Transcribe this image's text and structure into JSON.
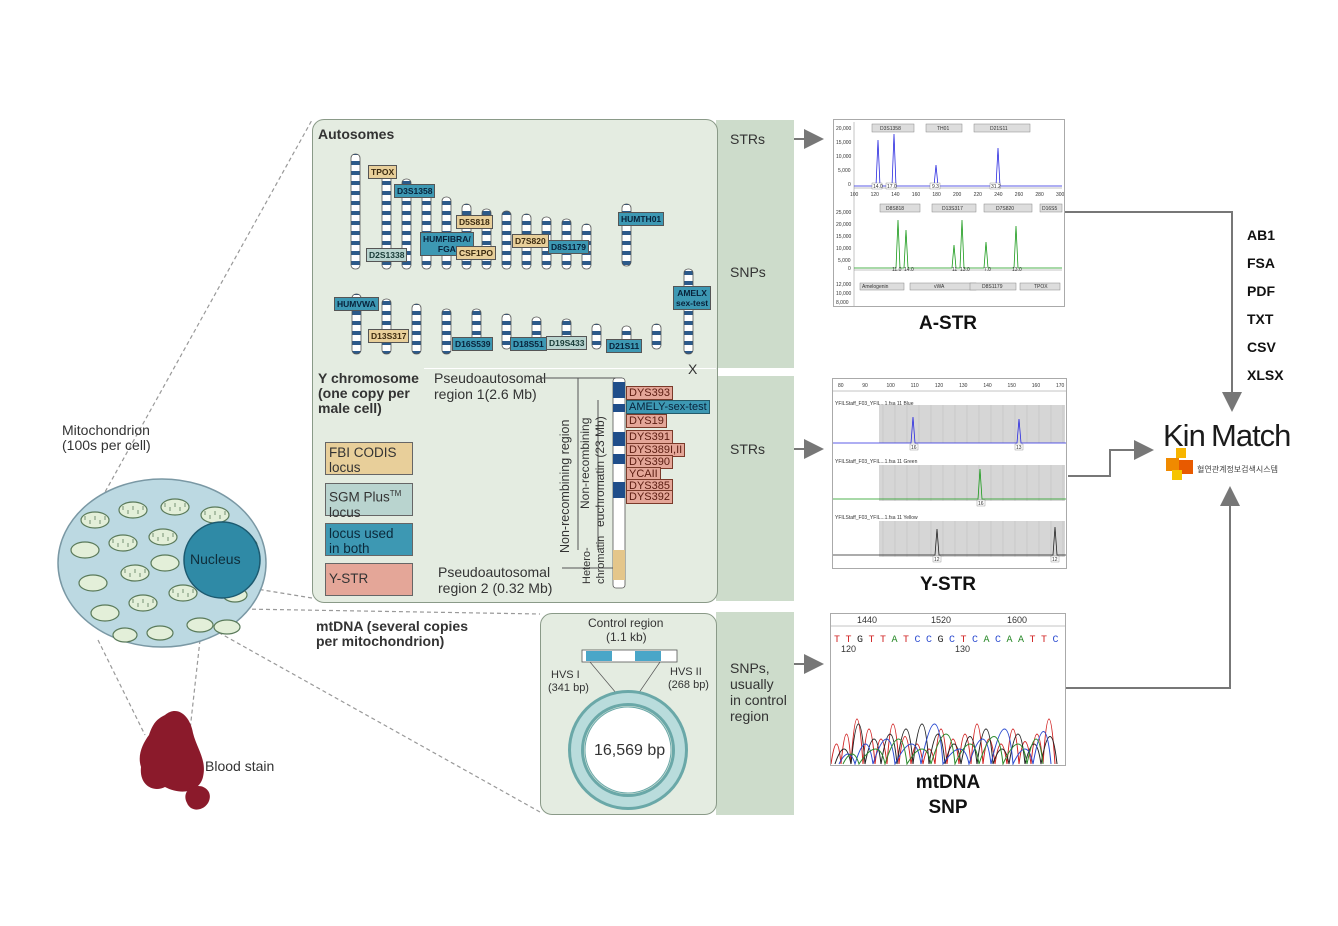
{
  "cell": {
    "mitochondrion_label": "Mitochondrion",
    "mitochondrion_sub": "(100s per cell)",
    "nucleus_label": "Nucleus",
    "blood_label": "Blood stain"
  },
  "autosomes": {
    "title": "Autosomes",
    "x_label": "X",
    "tags": {
      "tpox": "TPOX",
      "d3s1358": "D3S1358",
      "d2s1338": "D2S1338",
      "humfibra": "HUMFIBRA/",
      "fga": "FGA",
      "d5s818": "D5S818",
      "csf1po": "CSF1PO",
      "d7s820": "D7S820",
      "d8s1179": "D8S1179",
      "humth01": "HUMTH01",
      "humvwa": "HUMVWA",
      "d13s317": "D13S317",
      "d16s539": "D16S539",
      "d18s51": "D18S51",
      "d19s433": "D19S433",
      "d21s11": "D21S11",
      "amelx": "AMELX",
      "sextest": "sex-test"
    }
  },
  "ychrom": {
    "title_1": "Y chromosome",
    "title_2": "(one copy per",
    "title_3": "male cell)",
    "par1_1": "Pseudoautosomal",
    "par1_2": "region 1(2.6 Mb)",
    "par2_1": "Pseudoautosomal",
    "par2_2": "region 2 (0.32 Mb)",
    "nonrec_1": "Non-recombining region",
    "nonrec_2": "Non-recombining",
    "nonrec_3": "euchromatin (23 Mb)",
    "hetero_1": "Hetero-",
    "hetero_2": "chromatin",
    "loci": [
      "DYS393",
      "AMELY-sex-test",
      "DYS19",
      "DYS391",
      "DYS389I,II",
      "DYS390",
      "YCAII",
      "DYS385",
      "DYS392"
    ]
  },
  "legend": {
    "fbi_1": "FBI CODIS",
    "fbi_2": "locus",
    "sgm_1": "SGM Plus",
    "sgm_tm": "TM",
    "sgm_2": "locus",
    "both_1": "locus used",
    "both_2": "in both",
    "ystr": "Y-STR"
  },
  "mtdna": {
    "title_1": "mtDNA (several copies",
    "title_2": "per mitochondrion)",
    "control_1": "Control region",
    "control_2": "(1.1 kb)",
    "hvs1_1": "HVS I",
    "hvs1_2": "(341 bp)",
    "hvs2_1": "HVS II",
    "hvs2_2": "(268 bp)",
    "size": "16,569 bp"
  },
  "strip_labels": {
    "strs_1": "STRs",
    "snps": "SNPs",
    "strs_2": "STRs",
    "snps_mt_1": "SNPs,",
    "snps_mt_2": "usually",
    "snps_mt_3": "in control",
    "snps_mt_4": "region"
  },
  "astr_plot": {
    "y_ticks_top": [
      "20,000",
      "15,000",
      "10,000",
      "5,000",
      "0"
    ],
    "x_ticks": [
      "100",
      "120",
      "140",
      "160",
      "180",
      "200",
      "220",
      "240",
      "260",
      "280",
      "300"
    ],
    "markers_top": [
      "D3S1358",
      "TH01",
      "D21S11"
    ],
    "alleles_top": [
      "14.0",
      "17.0",
      "9.3",
      "31.2"
    ],
    "y_ticks_mid": [
      "25,000",
      "20,000",
      "15,000",
      "10,000",
      "5,000",
      "0"
    ],
    "markers_mid": [
      "D8S818",
      "D13S317",
      "D7S820",
      "D16S5"
    ],
    "alleles_mid": [
      "11.0",
      "14.0",
      "11",
      "13.0",
      "7.0",
      "13.0"
    ],
    "y_ticks_bot": [
      "12,000",
      "10,000",
      "8,000"
    ],
    "markers_bot": [
      "Amelogenin",
      "vWA",
      "D8S1179",
      "TPOX"
    ]
  },
  "ystr_plot": {
    "x_ticks": [
      "80",
      "90",
      "100",
      "110",
      "120",
      "130",
      "140",
      "150",
      "160",
      "170"
    ],
    "traces": [
      "YFILStaff_F03_YFIL...1.fsa 11 Blue",
      "YFILStaff_F03_YFIL...1.fsa 11 Green",
      "YFILStaff_F03_YFIL...1.fsa 11 Yellow"
    ],
    "peaks": [
      "16",
      "13",
      "16",
      "12",
      "12"
    ]
  },
  "mt_plot": {
    "positions": [
      "1440",
      "1520",
      "1600"
    ],
    "bases": [
      "T",
      "T",
      "G",
      "T",
      "T",
      "A",
      "T",
      "C",
      "C",
      "G",
      "C",
      "T",
      "C",
      "A",
      "C",
      "A",
      "A",
      "T",
      "T",
      "C"
    ],
    "base_colors": {
      "A": "#2a8a2a",
      "C": "#2a4ad0",
      "G": "#222222",
      "T": "#d02020"
    },
    "index_labels": [
      "120",
      "130"
    ]
  },
  "captions": {
    "astr": "A-STR",
    "ystr": "Y-STR",
    "mtdna_1": "mtDNA",
    "mtdna_2": "SNP"
  },
  "formats": [
    "AB1",
    "FSA",
    "PDF",
    "TXT",
    "CSV",
    "XLSX"
  ],
  "logo": {
    "kin": "Kin",
    "match": "Match",
    "sub": "혈연관계정보검색시스템"
  }
}
